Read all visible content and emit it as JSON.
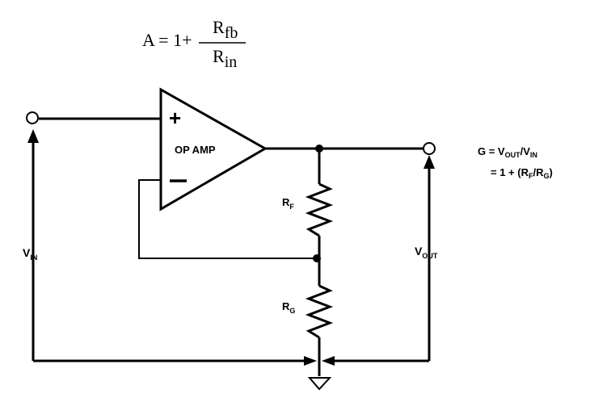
{
  "formula": {
    "lhs": "A = 1+",
    "num_main": "R",
    "num_sub": "fb",
    "den_main": "R",
    "den_sub": "in"
  },
  "opamp": {
    "plus": "+",
    "minus": "–",
    "label": "OP AMP"
  },
  "labels": {
    "vin_main": "V",
    "vin_sub": "IN",
    "vout_main": "V",
    "vout_sub": "OUT",
    "rf_main": "R",
    "rf_sub": "F",
    "rg_main": "R",
    "rg_sub": "G"
  },
  "gain": {
    "line1_g": "G = V",
    "line1_sub1": "OUT",
    "line1_mid": "/V",
    "line1_sub2": "IN",
    "line2_a": "= 1 + (R",
    "line2_sub1": "F",
    "line2_b": "/R",
    "line2_sub2": "G",
    "line2_c": ")"
  }
}
